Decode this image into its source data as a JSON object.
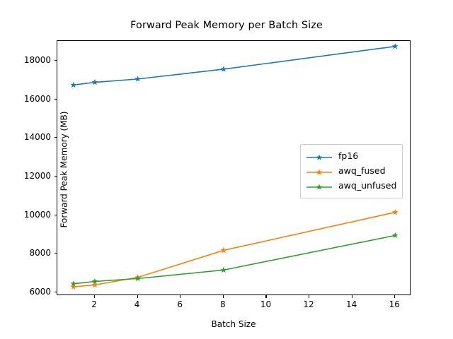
{
  "chart_data": {
    "type": "line",
    "title": "Forward Peak Memory per Batch Size",
    "xlabel": "Batch Size",
    "ylabel": "Forward Peak Memory (MB)",
    "x": [
      1,
      2,
      4,
      8,
      16
    ],
    "xlim": [
      0.25,
      16.75
    ],
    "ylim": [
      5820,
      19020
    ],
    "xticks": [
      2,
      4,
      6,
      8,
      10,
      12,
      14,
      16
    ],
    "xtick_labels": [
      "2",
      "4",
      "6",
      "8",
      "10",
      "12",
      "14",
      "16"
    ],
    "yticks": [
      6000,
      8000,
      10000,
      12000,
      14000,
      16000,
      18000
    ],
    "ytick_labels": [
      "6000",
      "8000",
      "10000",
      "12000",
      "14000",
      "16000",
      "18000"
    ],
    "grid": false,
    "legend_position": "center right",
    "marker": "star",
    "series": [
      {
        "name": "fp16",
        "color": "#1f77b4",
        "values": [
          16740,
          16880,
          17050,
          17560,
          18740
        ]
      },
      {
        "name": "awq_fused",
        "color": "#ff7f0e",
        "values": [
          6290,
          6390,
          6780,
          8180,
          10150
        ]
      },
      {
        "name": "awq_unfused",
        "color": "#2ca02c",
        "values": [
          6450,
          6570,
          6720,
          7160,
          8950
        ]
      }
    ]
  }
}
